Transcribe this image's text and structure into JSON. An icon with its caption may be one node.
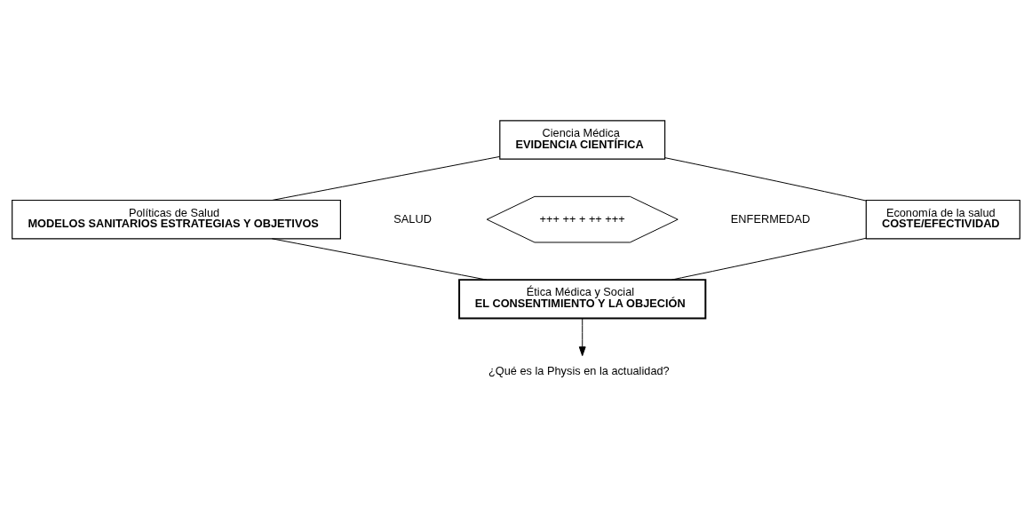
{
  "diagram": {
    "nodes": [
      {
        "text": [
          "Ciencia Médica",
          "EVIDENCIA CIENTÍFICA"
        ]
      },
      {
        "text": [
          "Políticas de Salud",
          "MODELOS SANITARIOS ESTRATEGIAS Y OBJETIVOS"
        ]
      },
      {
        "text": [
          "+++ ++ + ++ +++"
        ]
      },
      {
        "text": [
          "Economía de la salud",
          "COSTE/EFECTIVIDAD"
        ]
      },
      {
        "text": [
          "Ética Médica y Social",
          "EL CONSENTIMIENTO Y LA OBJECIÓN"
        ]
      },
      {
        "text": [
          "¿Qué es la Physis en la actualidad?"
        ]
      }
    ],
    "edges": [
      {
        "from": 0,
        "to": 3,
        "arrow": "none"
      },
      {
        "from": 3,
        "to": 4,
        "arrow": "none"
      },
      {
        "from": 1,
        "to": 4,
        "arrow": "none"
      },
      {
        "from": 0,
        "to": 1,
        "arrow": "none"
      },
      {
        "from": 4,
        "to": 5,
        "arrow": "to"
      }
    ],
    "labels": [
      "SALUD",
      "ENFERMEDAD"
    ]
  }
}
